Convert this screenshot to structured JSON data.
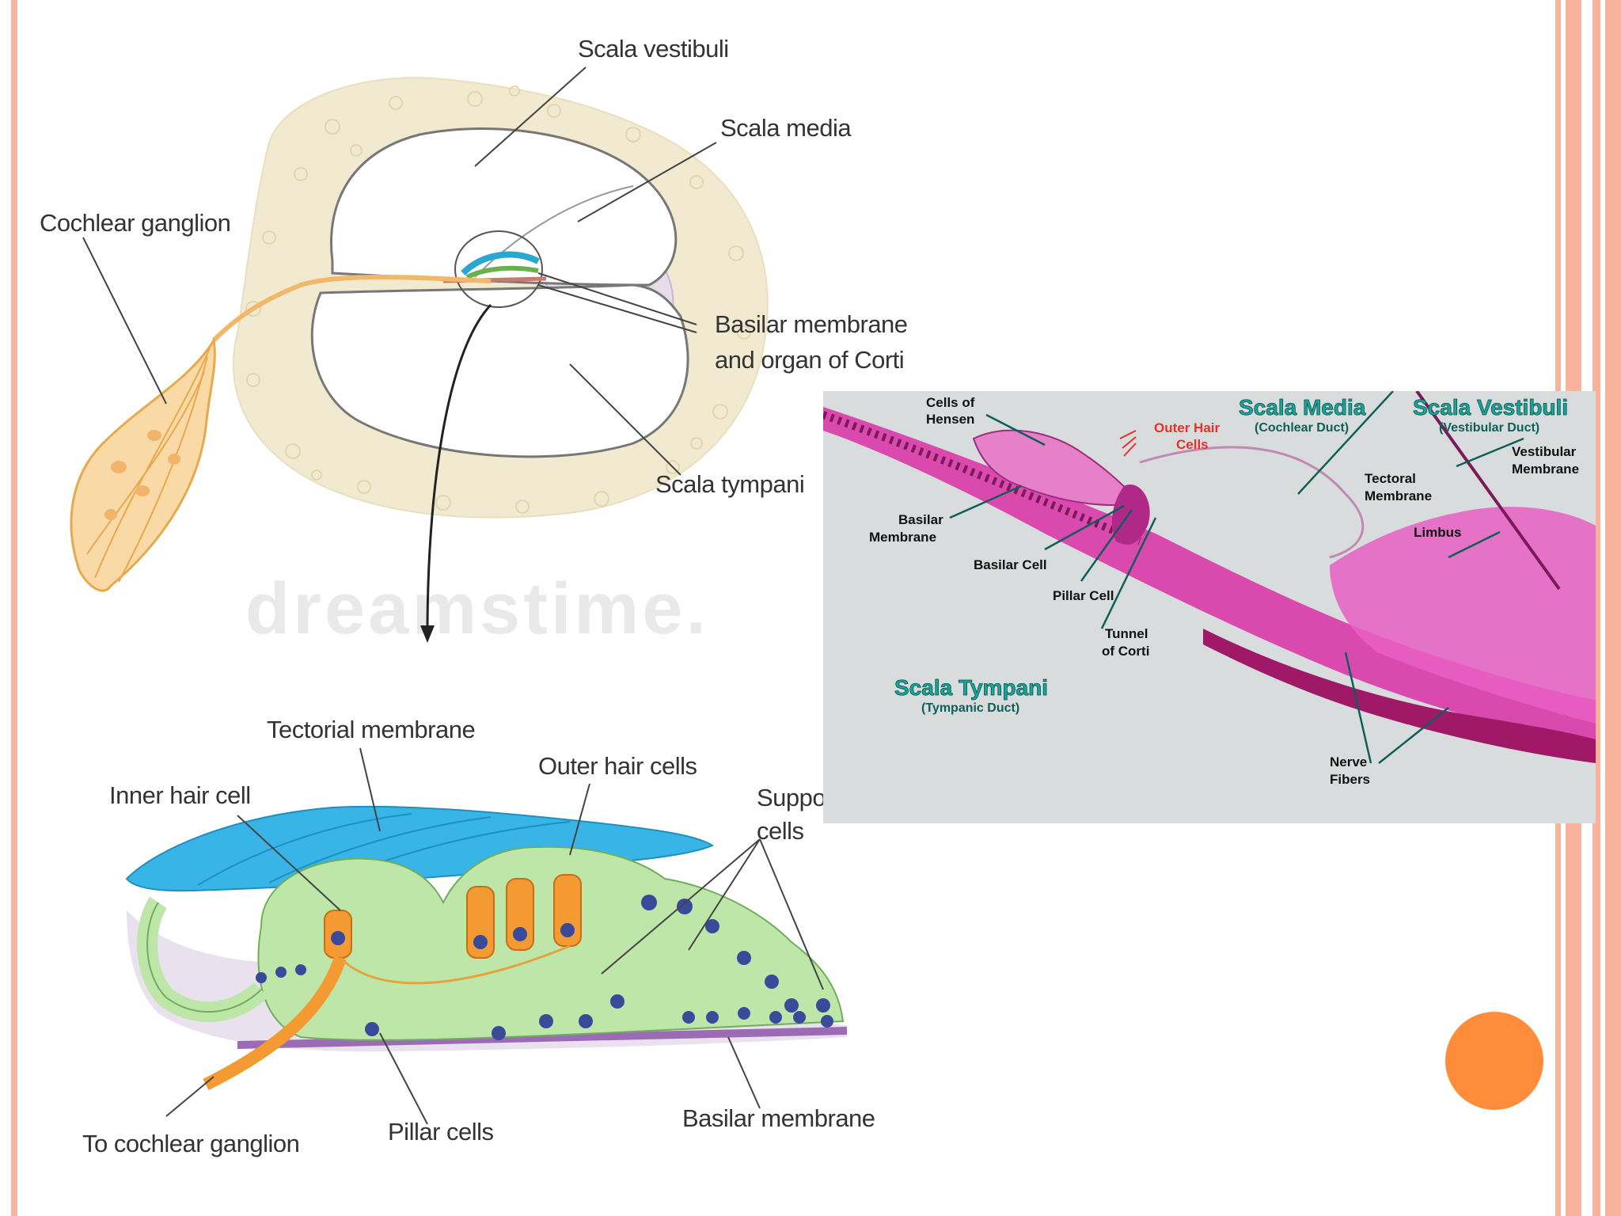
{
  "diagram_top": {
    "labels": {
      "scala_vestibuli": "Scala vestibuli",
      "scala_media": "Scala media",
      "cochlear_ganglion": "Cochlear ganglion",
      "basilar_line1": "Basilar membrane",
      "basilar_line2": "and organ of Corti",
      "scala_tympani": "Scala tympani"
    },
    "watermark": "dreamstime."
  },
  "diagram_bottom": {
    "labels": {
      "tectorial": "Tectorial membrane",
      "outer_hair": "Outer hair cells",
      "inner_hair": "Inner hair cell",
      "supporting1": "Suppo",
      "supporting2": "cells",
      "to_ganglion": "To cochlear ganglion",
      "pillar": "Pillar cells",
      "basilar": "Basilar membrane"
    }
  },
  "histology": {
    "labels": {
      "cells_of": "Cells of",
      "hensen": "Hensen",
      "outer_hair1": "Outer Hair",
      "outer_hair2": "Cells",
      "scala_media": "Scala Media",
      "cochlear_duct": "(Cochlear Duct)",
      "scala_vestibuli": "Scala Vestibuli",
      "vestibular_duct": "(Vestibular Duct)",
      "vestibular1": "Vestibular",
      "vestibular2": "Membrane",
      "tectoral1": "Tectoral",
      "tectoral2": "Membrane",
      "basilar1": "Basilar",
      "basilar2": "Membrane",
      "limbus": "Limbus",
      "basilar_cell": "Basilar Cell",
      "pillar_cell": "Pillar Cell",
      "tunnel1": "Tunnel",
      "tunnel2": "of Corti",
      "scala_tympani": "Scala Tympani",
      "tympanic_duct": "(Tympanic Duct)",
      "nerve1": "Nerve",
      "nerve2": "Fibers"
    }
  },
  "colors": {
    "accent_circle": "#ff8c3a",
    "stripe": "#f7b39c",
    "histology_label": "#16a79a",
    "outer_hair_label": "#e8302a"
  }
}
